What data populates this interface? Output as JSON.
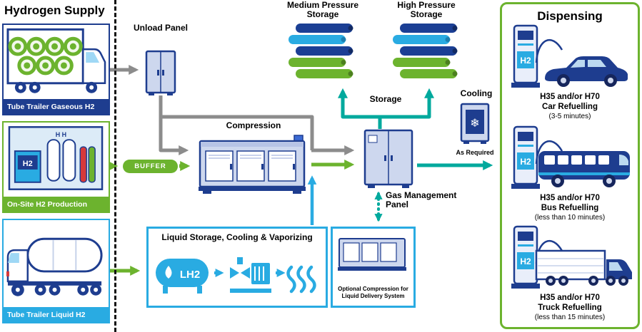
{
  "colors": {
    "navy": "#1e3d8f",
    "cyan": "#29abe2",
    "green": "#6cb32e",
    "teal": "#00a99d",
    "gray": "#8c8c8c"
  },
  "supply": {
    "title": "Hydrogen Supply",
    "cards": [
      {
        "label": "Tube Trailer Gaseous H2"
      },
      {
        "label": "On-Site H2 Production"
      },
      {
        "label": "Tube Trailer Liquid H2"
      }
    ]
  },
  "process": {
    "unload_panel": "Unload Panel",
    "compression": "Compression",
    "buffer": "BUFFER",
    "medium_pressure_storage": "Medium Pressure Storage",
    "high_pressure_storage": "High Pressure Storage",
    "storage": "Storage",
    "cooling": "Cooling",
    "cooling_note": "As Required",
    "gas_management_panel": "Gas Management Panel",
    "liquid_system": "Liquid Storage, Cooling & Vaporizing",
    "lh2_label": "LH2",
    "h2_label": "H2",
    "onsite_tanks_label": "H H",
    "optional_compression": "Optional Compression for Liquid Delivery System"
  },
  "icons": {
    "snowflake": "❄"
  },
  "dispensing": {
    "title": "Dispensing",
    "stations": [
      {
        "pressures": "H35 and/or H70",
        "vehicle": "Car Refuelling",
        "duration": "(3-5 minutes)"
      },
      {
        "pressures": "H35 and/or H70",
        "vehicle": "Bus Refuelling",
        "duration": "(less than 10 minutes)"
      },
      {
        "pressures": "H35 and/or H70",
        "vehicle": "Truck Refuelling",
        "duration": "(less than 15 minutes)"
      }
    ]
  }
}
